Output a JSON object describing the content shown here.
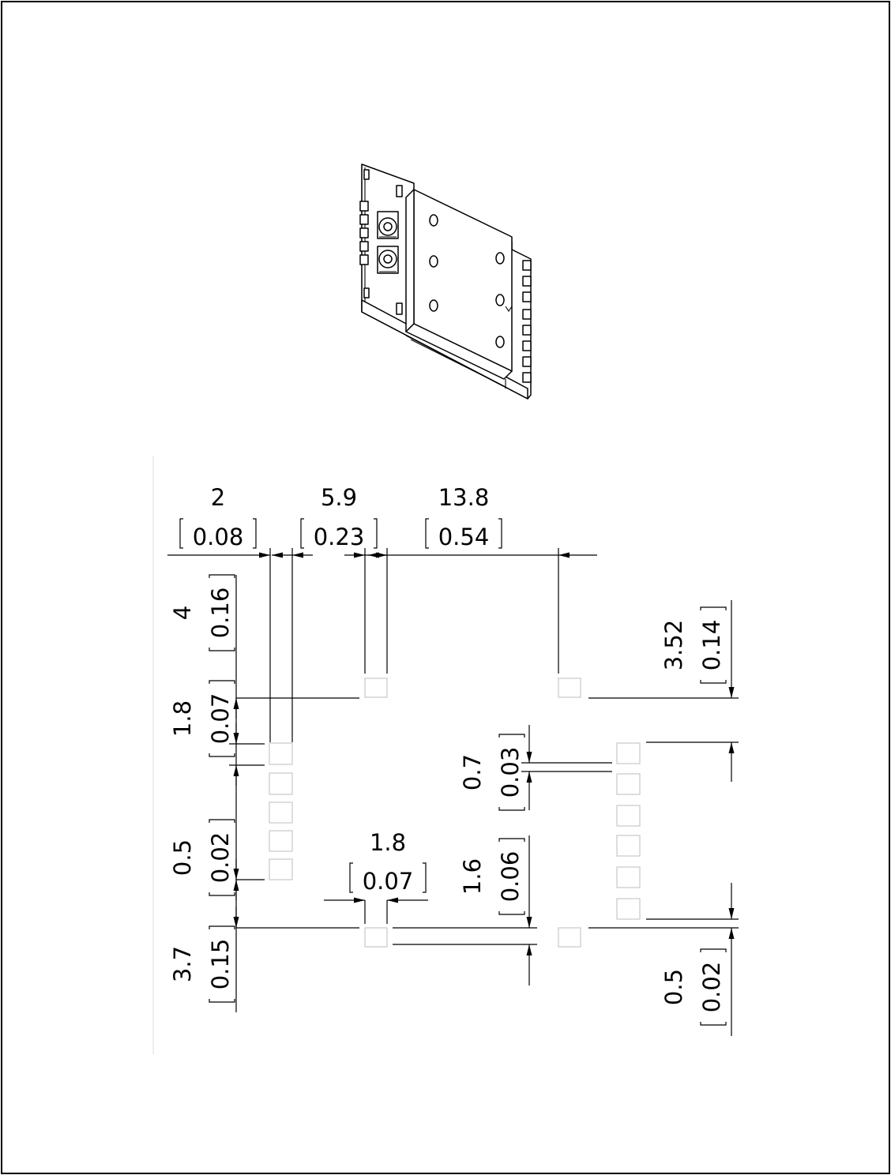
{
  "colors": {
    "line": "#000000",
    "pad_outline": "#c8c8c8",
    "background": "#ffffff"
  },
  "dimensions": {
    "h_2": {
      "mm": "2",
      "in": "0.08"
    },
    "h_5_9": {
      "mm": "5.9",
      "in": "0.23"
    },
    "h_13_8": {
      "mm": "13.8",
      "in": "0.54"
    },
    "h_1_8": {
      "mm": "1.8",
      "in": "0.07"
    },
    "v_4": {
      "mm": "4",
      "in": "0.16"
    },
    "v_1_8": {
      "mm": "1.8",
      "in": "0.07"
    },
    "v_0_5_left": {
      "mm": "0.5",
      "in": "0.02"
    },
    "v_3_7": {
      "mm": "3.7",
      "in": "0.15"
    },
    "v_3_52": {
      "mm": "3.52",
      "in": "0.14"
    },
    "v_0_7": {
      "mm": "0.7",
      "in": "0.03"
    },
    "v_1_6": {
      "mm": "1.6",
      "in": "0.06"
    },
    "v_0_5_right": {
      "mm": "0.5",
      "in": "0.02"
    }
  }
}
